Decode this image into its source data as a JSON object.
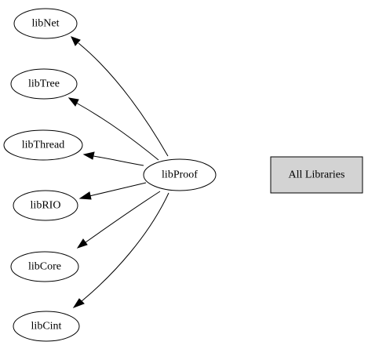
{
  "graph": {
    "center_node": {
      "id": "libProof",
      "label": "libProof",
      "link": true
    },
    "dependencies": [
      {
        "id": "libNet",
        "label": "libNet"
      },
      {
        "id": "libTree",
        "label": "libTree"
      },
      {
        "id": "libThread",
        "label": "libThread"
      },
      {
        "id": "libRIO",
        "label": "libRIO"
      },
      {
        "id": "libCore",
        "label": "libCore"
      },
      {
        "id": "libCint",
        "label": "libCint"
      }
    ],
    "edges": [
      {
        "from": "libProof",
        "to": "libNet"
      },
      {
        "from": "libProof",
        "to": "libTree"
      },
      {
        "from": "libProof",
        "to": "libThread"
      },
      {
        "from": "libProof",
        "to": "libRIO"
      },
      {
        "from": "libProof",
        "to": "libCore"
      },
      {
        "from": "libProof",
        "to": "libCint"
      }
    ],
    "all_libraries_button": {
      "label": "All Libraries"
    }
  },
  "colors": {
    "node_fill": "#ffffff",
    "stroke": "#000000",
    "button_fill": "#d3d3d3"
  }
}
